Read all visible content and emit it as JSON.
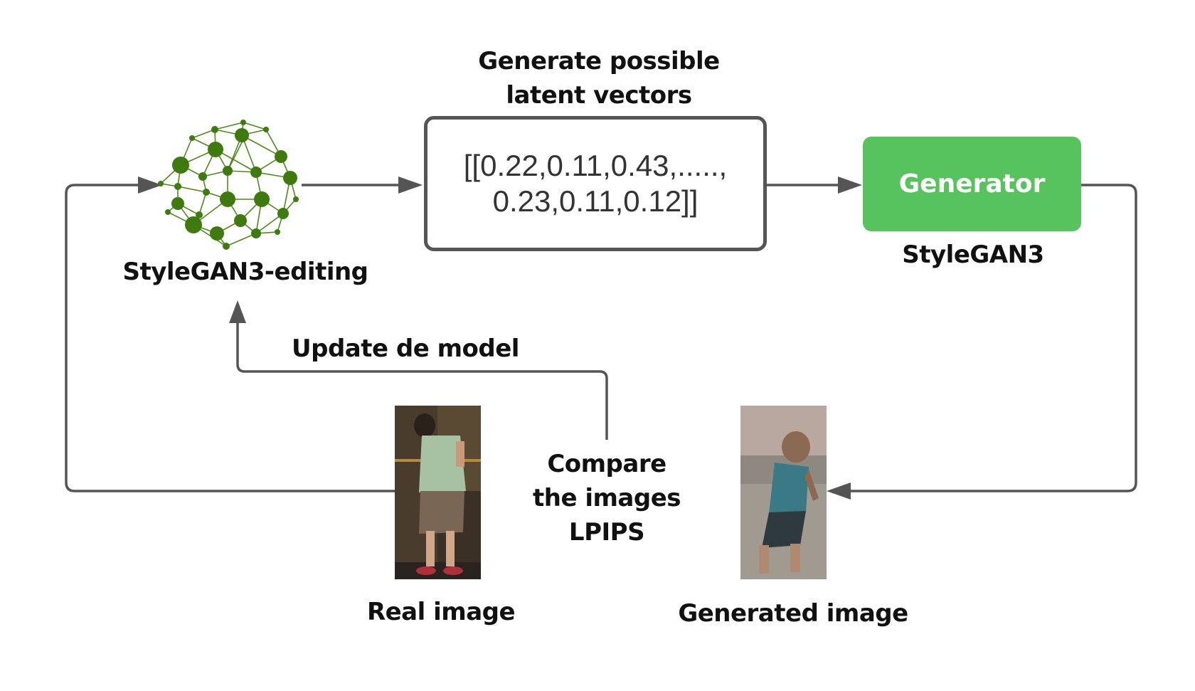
{
  "nodes": {
    "stylegan_editing": {
      "label": "StyleGAN3-editing",
      "icon": "neural-network-icon"
    },
    "latent_box": {
      "title_line1": "Generate possible",
      "title_line2": "latent vectors",
      "vector_line1": "[[0.22,0.11,0.43,.....,",
      "vector_line2": "0.23,0.11,0.12]]"
    },
    "generator": {
      "label": "Generator",
      "caption": "StyleGAN3"
    },
    "real_image": {
      "caption": "Real image"
    },
    "generated_image": {
      "caption": "Generated image"
    },
    "compare": {
      "line1": "Compare",
      "line2": "the images",
      "line3": "LPIPS"
    },
    "update": {
      "label": "Update de model"
    }
  },
  "colors": {
    "arrow": "#555555",
    "generator_fill": "#56c35c",
    "network_green": "#3f7a0e",
    "text": "#111111"
  }
}
